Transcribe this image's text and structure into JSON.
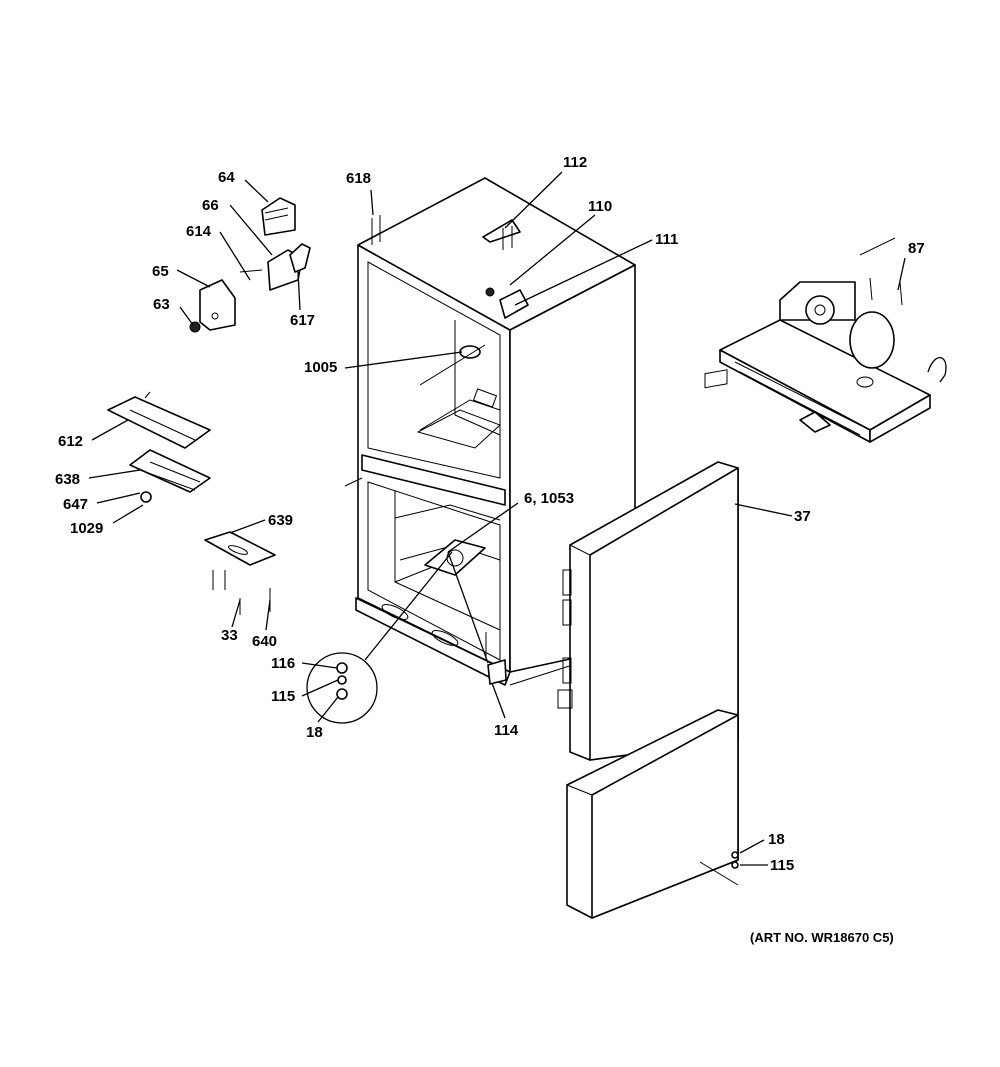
{
  "labels": {
    "l64": "64",
    "l66": "66",
    "l614": "614",
    "l65": "65",
    "l63": "63",
    "l617": "617",
    "l618": "618",
    "l112": "112",
    "l110": "110",
    "l111": "111",
    "l87": "87",
    "l1005": "1005",
    "l612": "612",
    "l638": "638",
    "l647": "647",
    "l1029": "1029",
    "l639": "639",
    "l6_1053": "6, 1053",
    "l37": "37",
    "l33": "33",
    "l640": "640",
    "l116": "116",
    "l115a": "115",
    "l18a": "18",
    "l114": "114",
    "l18b": "18",
    "l115b": "115"
  },
  "art_number": "(ART NO. WR18670 C5)"
}
